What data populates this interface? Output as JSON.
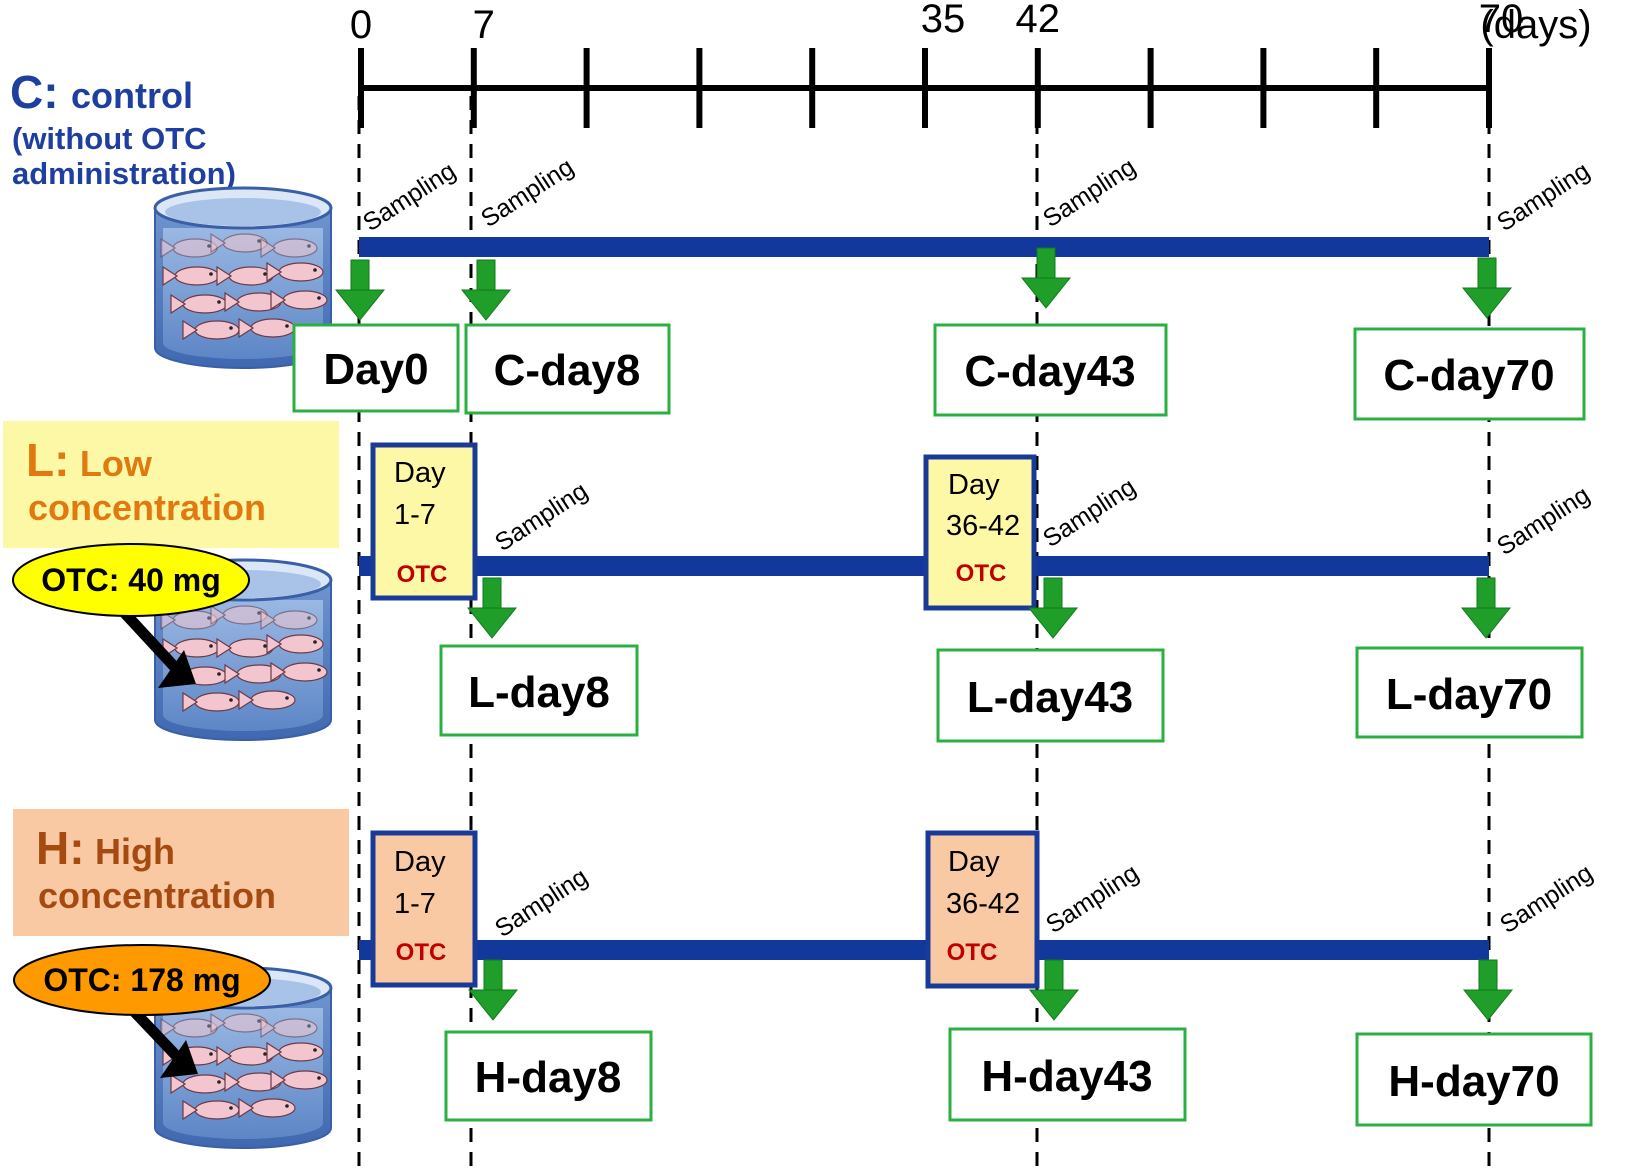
{
  "timeline": {
    "ticks": [
      {
        "day": 0,
        "label": "0"
      },
      {
        "day": 7,
        "label": "7"
      },
      {
        "day": 14,
        "label": ""
      },
      {
        "day": 21,
        "label": ""
      },
      {
        "day": 28,
        "label": ""
      },
      {
        "day": 35,
        "label": "35"
      },
      {
        "day": 42,
        "label": "42"
      },
      {
        "day": 49,
        "label": ""
      },
      {
        "day": 56,
        "label": ""
      },
      {
        "day": 63,
        "label": ""
      },
      {
        "day": 70,
        "label": "70"
      }
    ],
    "unit": "(days)"
  },
  "groups": {
    "control": {
      "letter": "C:",
      "name": "control",
      "note_line1": "(without OTC",
      "note_line2": "administration)",
      "color": "#1f3fa0"
    },
    "low": {
      "letter": "L:",
      "name_line1": "Low",
      "name_line2": "concentration",
      "dose": "OTC: 40 mg",
      "color": "#e07a10",
      "bg": "#fdf8a6",
      "dose_bg": "#ffff00"
    },
    "high": {
      "letter": "H:",
      "name_line1": "High",
      "name_line2": "concentration",
      "dose": "OTC: 178 mg",
      "color": "#a54a10",
      "bg": "#f9c9a3",
      "dose_bg": "#ff9900"
    }
  },
  "sampling_label": "Sampling",
  "samples": {
    "day0": "Day0",
    "c_day8": "C-day8",
    "c_day43": "C-day43",
    "c_day70": "C-day70",
    "l_day8": "L-day8",
    "l_day43": "L-day43",
    "l_day70": "L-day70",
    "h_day8": "H-day8",
    "h_day43": "H-day43",
    "h_day70": "H-day70"
  },
  "administration": {
    "period1_line1": "Day",
    "period1_line2": "1-7",
    "period2_line1": "Day",
    "period2_line2": "36-42",
    "drug": "OTC"
  },
  "colors": {
    "timeline_bar": "#12389c",
    "arrow": "#1f9e2a",
    "sample_box_border": "#2ab040",
    "admin_border": "#1a3a9a",
    "otc_text": "#c00000",
    "low_admin_fill": "#fdf8a6",
    "high_admin_fill": "#f9c9a3"
  }
}
